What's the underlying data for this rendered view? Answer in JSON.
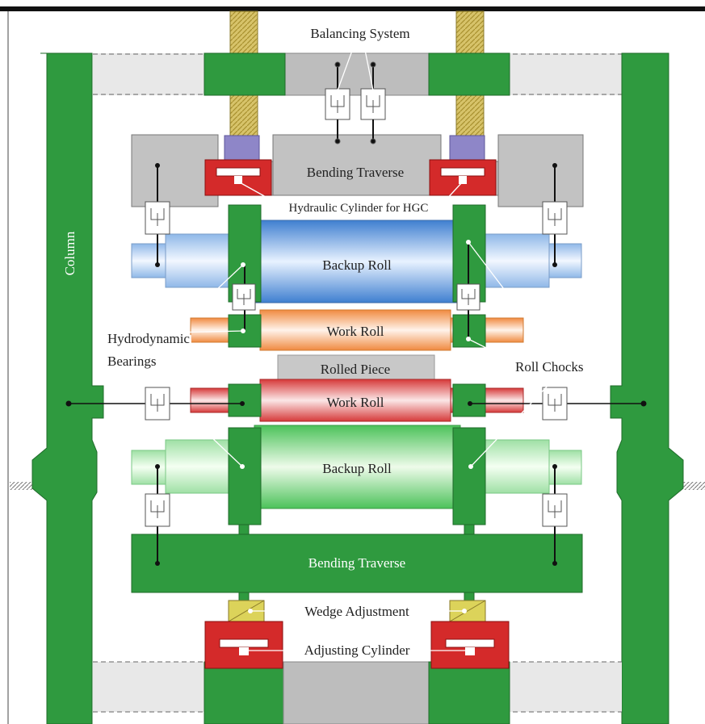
{
  "diagram": {
    "labels": {
      "balancing_system": "Balancing System",
      "bending_traverse_top": "Bending Traverse",
      "hydraulic_cylinder_hgc": "Hydraulic Cylinder for HGC",
      "column": "Column",
      "backup_roll_top": "Backup Roll",
      "work_roll_top": "Work Roll",
      "hydrodynamic_bearings_line1": "Hydrodynamic",
      "hydrodynamic_bearings_line2": "Bearings",
      "rolled_piece": "Rolled Piece",
      "roll_chocks": "Roll Chocks",
      "work_roll_bottom": "Work Roll",
      "backup_roll_bottom": "Backup Roll",
      "bending_traverse_bottom": "Bending Traverse",
      "wedge_adjustment": "Wedge Adjustment",
      "adjusting_cylinder": "Adjusting Cylinder"
    },
    "colors": {
      "frame_green": "#2f9a3f",
      "frame_stroke": "#1f6b2a",
      "gray_block": "#c8c8c8",
      "light_gray": "#e6e6e6",
      "screw_yellow": "#d7c36a",
      "purple_pad": "#8e86c8",
      "red_cylinder": "#d42a2a",
      "blue_roll": "#5a9ee0",
      "orange_roll": "#f4a060",
      "red_roll": "#e05a5a",
      "green_roll": "#6fd07a",
      "wedge_yellow": "#dcd35a"
    }
  }
}
